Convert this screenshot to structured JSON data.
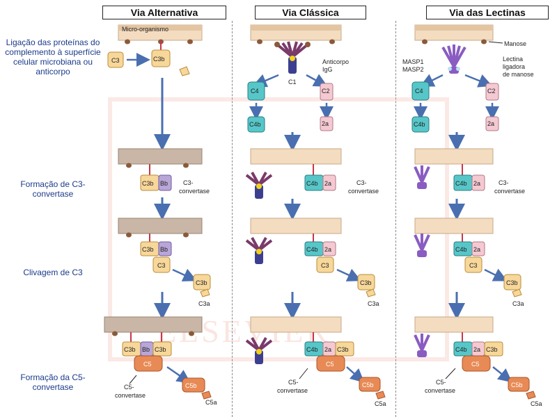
{
  "columns": [
    {
      "title": "Via Alternativa"
    },
    {
      "title": "Via Clássica"
    },
    {
      "title": "Via das Lectinas"
    }
  ],
  "rows": [
    "Ligação das proteínas do complemento à superfície celular microbiana ou anticorpo",
    "Formação de C3-convertase",
    "Clivagem de C3",
    "Formação da C5-convertase"
  ],
  "labels": {
    "microorganism": "Micro-organismo",
    "antibody": "Anticorpo IgG",
    "c1": "C1",
    "mannose": "Manose",
    "masp1": "MASP1",
    "masp2": "MASP2",
    "lectin": "Lectina ligadora de manose",
    "c3conv": "C3-convertase",
    "c5conv": "C5-convertase"
  },
  "proteins": {
    "c3": "C3",
    "c3b": "C3b",
    "c3a": "C3a",
    "bb": "Bb",
    "c4": "C4",
    "c4b": "C4b",
    "c2": "C2",
    "c2a": "2a",
    "c5": "C5",
    "c5b": "C5b",
    "c5a": "C5a"
  },
  "watermark": "ELSEVIER",
  "colors": {
    "membrane": "#f3dcc0",
    "membrane_dark": "#c9a98a",
    "c3": "#f7d79a",
    "bb": "#b9a6d8",
    "c4": "#57c6c8",
    "c2": "#f4c9d2",
    "c5": "#e88a55",
    "arrow": "#4a6fb0",
    "antibody": "#3c3f8f",
    "lectin": "#8a5cc2"
  }
}
